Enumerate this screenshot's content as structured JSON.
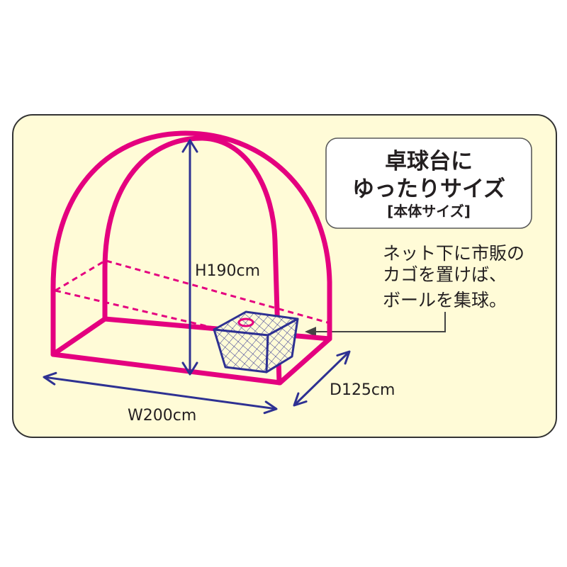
{
  "title": {
    "line1": "卓球台に",
    "line2": "ゆったりサイズ",
    "subtitle": "[本体サイズ]"
  },
  "note": {
    "lines": [
      "ネット下に市販の",
      "カゴを置けば、",
      "ボールを集球。"
    ]
  },
  "dimensions": {
    "height": "H190cm",
    "width": "W200cm",
    "depth": "D125cm"
  },
  "colors": {
    "frame": "#E4007F",
    "dimension": "#2E3192",
    "panel": "#FFFBD7"
  }
}
